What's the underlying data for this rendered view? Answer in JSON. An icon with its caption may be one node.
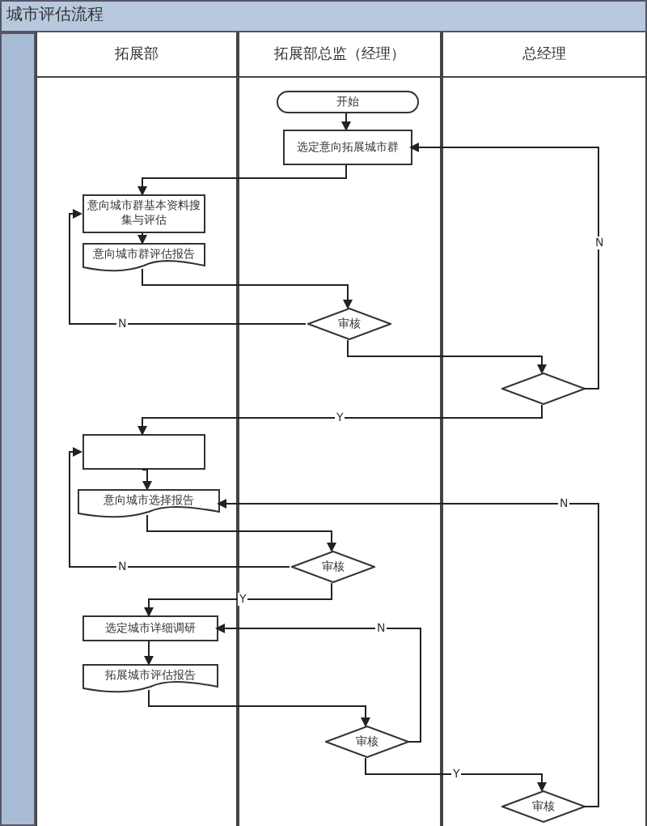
{
  "diagram": {
    "title": "城市评估流程",
    "nodes": [
      {
        "text": [
          "拓展部"
        ]
      },
      {
        "text": [
          "拓展部总监（经理）"
        ]
      },
      {
        "text": [
          "总经理"
        ]
      },
      {
        "text": [
          "开始"
        ],
        "in": 1
      },
      {
        "text": [
          "选定意向拓展城市群"
        ],
        "in": 1
      },
      {
        "text": [
          "意向城市群基本资料搜集与评估"
        ],
        "in": 0
      },
      {
        "text": [
          "意向城市群评估报告"
        ],
        "in": 0
      },
      {
        "text": [
          "审核"
        ],
        "in": 1
      },
      {
        "text": [],
        "shape": "diamond",
        "in": 2
      },
      {
        "text": [],
        "shape": "box",
        "in": 0
      },
      {
        "text": [
          "意向城市选择报告"
        ],
        "in": 0
      },
      {
        "text": [
          "审核"
        ],
        "in": 1
      },
      {
        "text": [
          "选定城市详细调研"
        ],
        "in": 0
      },
      {
        "text": [
          "拓展城市评估报告"
        ],
        "in": 0
      },
      {
        "text": [
          "审核"
        ],
        "in": 1
      },
      {
        "text": [
          "审核"
        ],
        "in": 2
      },
      {
        "text": [],
        "shape": "bar"
      }
    ],
    "edges": [
      {
        "from": 3,
        "to": 4,
        "arrow": "to"
      },
      {
        "from": 4,
        "to": 5,
        "arrow": "to"
      },
      {
        "from": 5,
        "to": 6,
        "arrow": "to"
      },
      {
        "from": 6,
        "to": 7,
        "arrow": "to"
      },
      {
        "from": 7,
        "to": 5,
        "arrow": "to",
        "label": "N"
      },
      {
        "from": 7,
        "to": 8,
        "arrow": "to"
      },
      {
        "from": 8,
        "to": 4,
        "arrow": "to",
        "label": "N"
      },
      {
        "from": 8,
        "to": 9,
        "arrow": "to",
        "label": "Y"
      },
      {
        "from": 9,
        "to": 10,
        "arrow": "to"
      },
      {
        "from": 10,
        "to": 11,
        "arrow": "to"
      },
      {
        "from": 11,
        "to": 9,
        "arrow": "to",
        "label": "N"
      },
      {
        "from": 11,
        "to": 12,
        "arrow": "to",
        "label": "Y"
      },
      {
        "from": 12,
        "to": 13,
        "arrow": "to"
      },
      {
        "from": 13,
        "to": 14,
        "arrow": "to"
      },
      {
        "from": 14,
        "to": 12,
        "arrow": "to",
        "label": "N"
      },
      {
        "from": 14,
        "to": 15,
        "arrow": "to",
        "label": "Y"
      },
      {
        "from": 15,
        "to": 10,
        "arrow": "to",
        "label": "N"
      }
    ]
  }
}
